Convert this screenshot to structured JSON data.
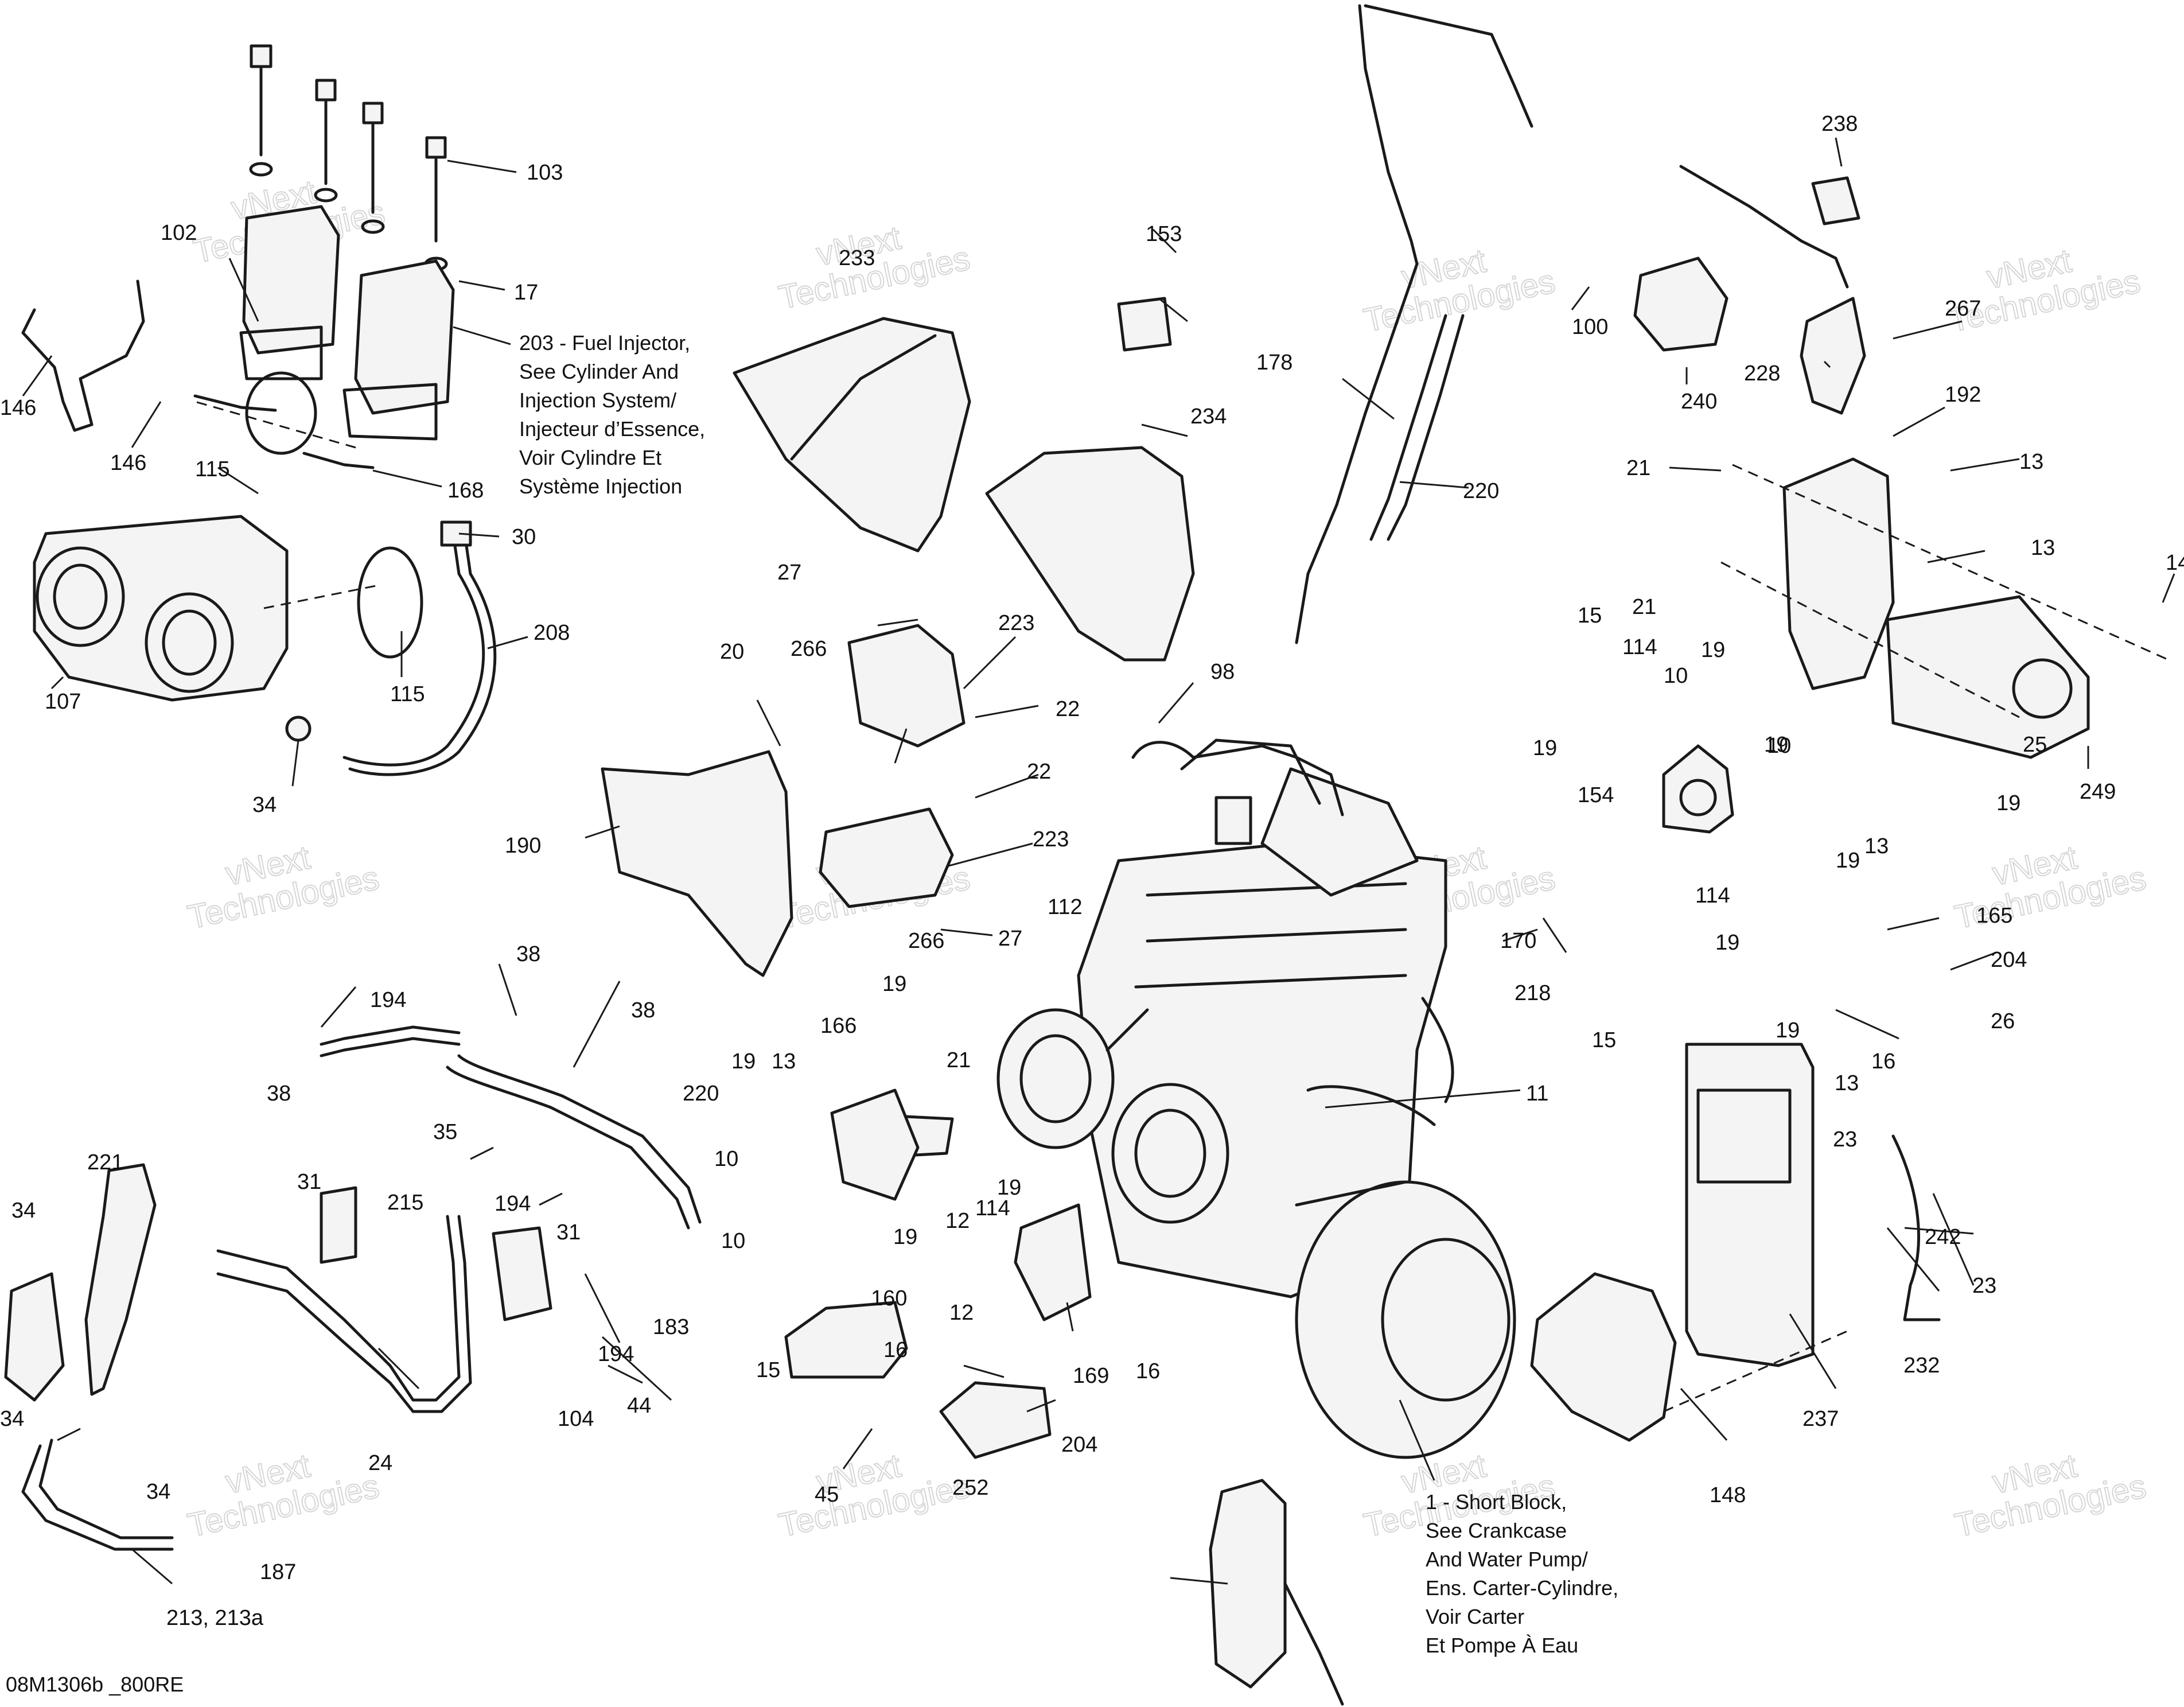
{
  "diagram": {
    "reference_code": "08M1306b _800RE",
    "watermark": {
      "line1": "vNext",
      "line2": "Technologies"
    },
    "notes": {
      "fuel_injector": [
        "203 - Fuel Injector,",
        "See Cylinder And",
        "Injection System/",
        "Injecteur d’Essence,",
        "Voir Cylindre Et",
        "Système Injection"
      ],
      "short_block": [
        "1 - Short Block,",
        "See Crankcase",
        "And Water Pump/",
        "Ens. Carter-Cylindre,",
        "Voir Carter",
        "Et Pompe À Eau"
      ]
    },
    "callouts": [
      "103",
      "102",
      "17",
      "146",
      "146",
      "168",
      "115",
      "30",
      "107",
      "115",
      "208",
      "34",
      "233",
      "153",
      "234",
      "178",
      "220",
      "238",
      "100",
      "240",
      "267",
      "228",
      "192",
      "21",
      "13",
      "21",
      "13",
      "19",
      "15",
      "114",
      "10",
      "19",
      "19",
      "10",
      "154",
      "19",
      "25",
      "249",
      "14",
      "27",
      "223",
      "20",
      "266",
      "22",
      "22",
      "98",
      "190",
      "223",
      "266",
      "27",
      "112",
      "38",
      "38",
      "194",
      "220",
      "35",
      "38",
      "194",
      "215",
      "31",
      "31",
      "104",
      "44",
      "194",
      "183",
      "221",
      "34",
      "34",
      "34",
      "187",
      "213, 213a",
      "24",
      "19",
      "166",
      "21",
      "19",
      "13",
      "10",
      "10",
      "160",
      "15",
      "19",
      "114",
      "12",
      "19",
      "12",
      "169",
      "16",
      "16",
      "204",
      "252",
      "45",
      "11",
      "170",
      "218",
      "15",
      "114",
      "19",
      "19",
      "13",
      "165",
      "19",
      "13",
      "16",
      "204",
      "26",
      "23",
      "242",
      "23",
      "232",
      "237",
      "148"
    ]
  }
}
